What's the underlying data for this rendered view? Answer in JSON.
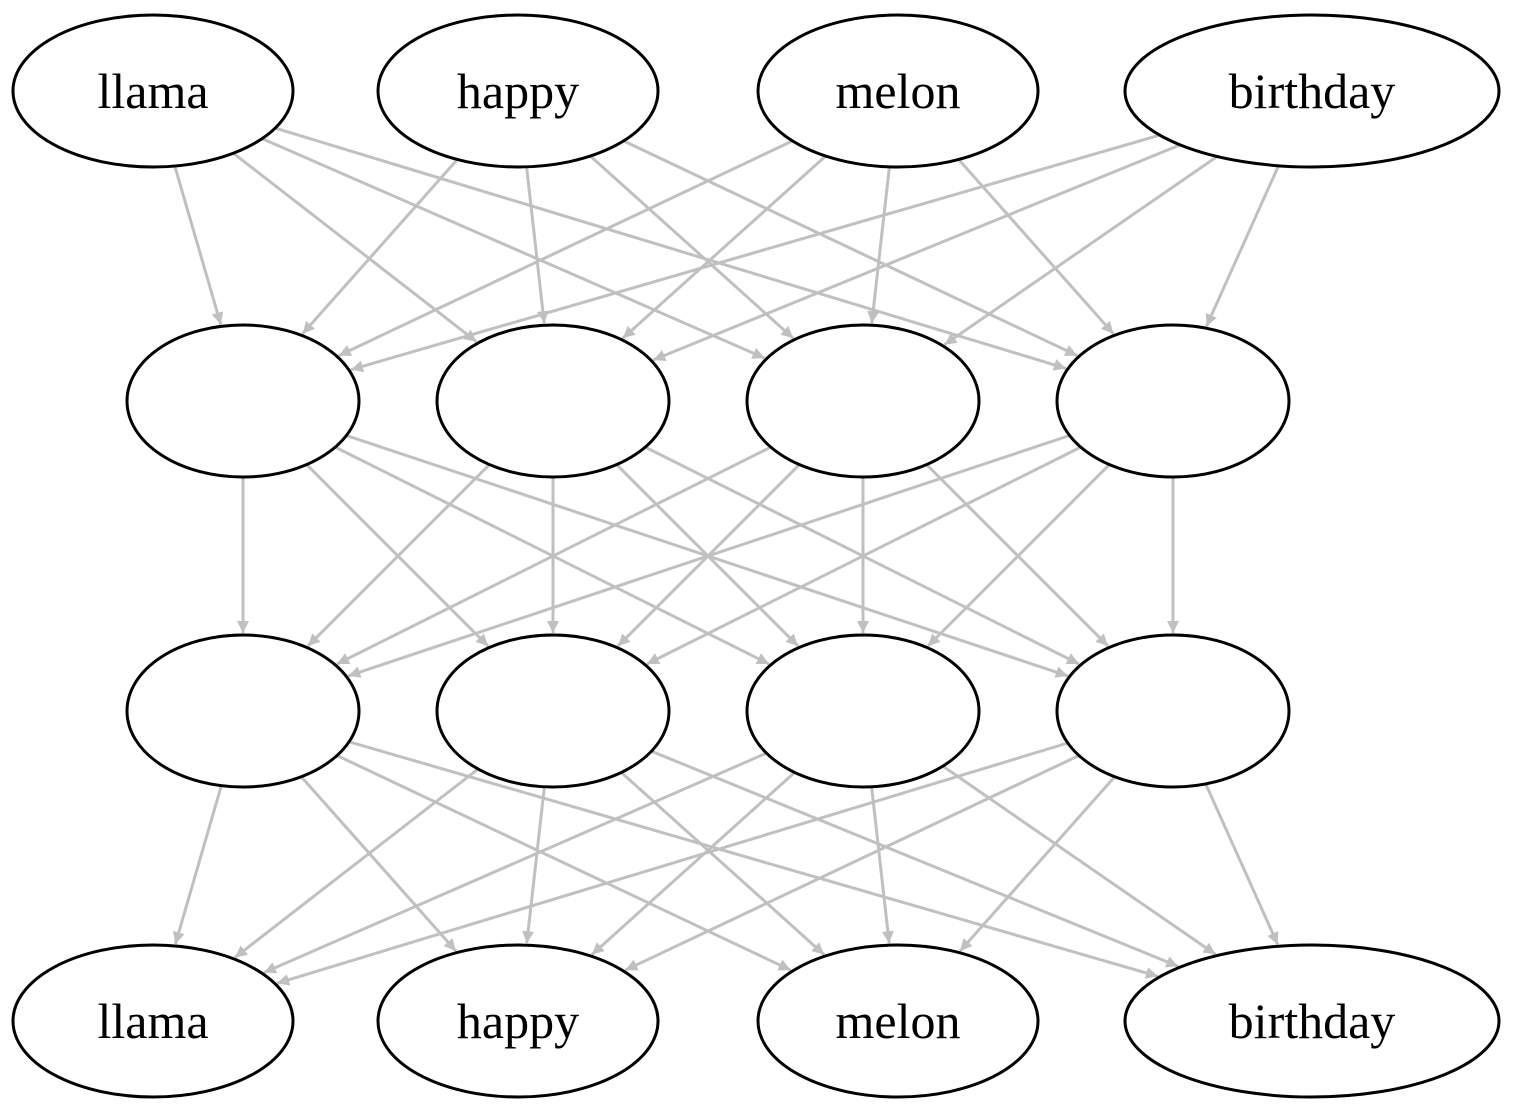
{
  "colors": {
    "edge": "#c0c0c0",
    "node_stroke": "#000000",
    "node_fill": "#ffffff",
    "background": "#ffffff"
  },
  "diagram": {
    "type": "fully-connected layered directed graph",
    "layers": [
      {
        "name": "input",
        "nodes": [
          {
            "id": "in_llama",
            "label": "llama"
          },
          {
            "id": "in_happy",
            "label": "happy"
          },
          {
            "id": "in_melon",
            "label": "melon"
          },
          {
            "id": "in_birthday",
            "label": "birthday"
          }
        ]
      },
      {
        "name": "hidden-1",
        "nodes": [
          {
            "id": "h1_1",
            "label": ""
          },
          {
            "id": "h1_2",
            "label": ""
          },
          {
            "id": "h1_3",
            "label": ""
          },
          {
            "id": "h1_4",
            "label": ""
          }
        ]
      },
      {
        "name": "hidden-2",
        "nodes": [
          {
            "id": "h2_1",
            "label": ""
          },
          {
            "id": "h2_2",
            "label": ""
          },
          {
            "id": "h2_3",
            "label": ""
          },
          {
            "id": "h2_4",
            "label": ""
          }
        ]
      },
      {
        "name": "output",
        "nodes": [
          {
            "id": "out_llama",
            "label": "llama"
          },
          {
            "id": "out_happy",
            "label": "happy"
          },
          {
            "id": "out_melon",
            "label": "melon"
          },
          {
            "id": "out_birthday",
            "label": "birthday"
          }
        ]
      }
    ],
    "edges": "every node connects to every node in the next layer"
  }
}
